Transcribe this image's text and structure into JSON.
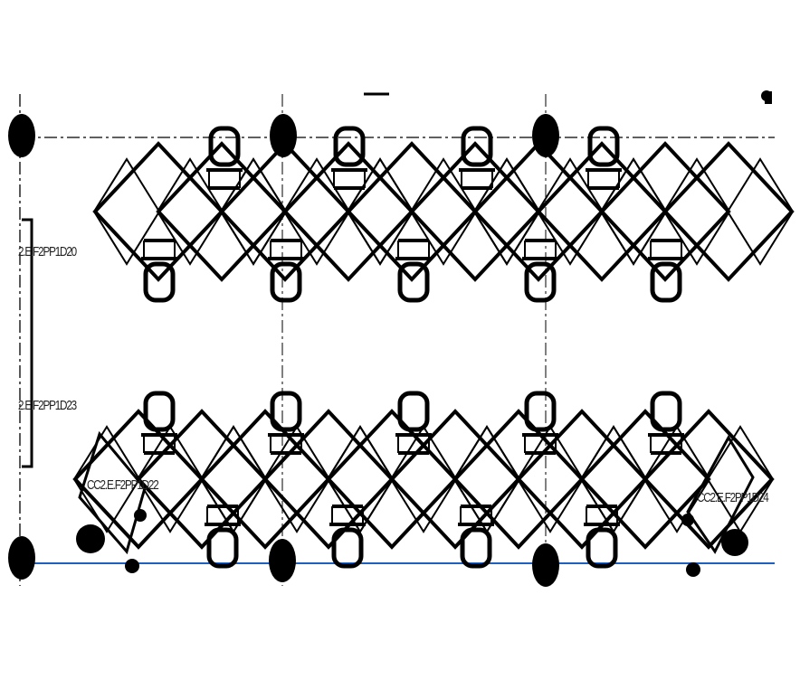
{
  "labels": {
    "desk_a": "2.E.F2PP1D20",
    "desk_b": "2.E.F2PP1D23",
    "desk_c": "CC2.E.F2PP1D22",
    "desk_d": "CC2.E.F2PP1D24"
  },
  "colors": {
    "linework": "#000000",
    "background": "#ffffff",
    "boundary_line": "#1f5fbf"
  },
  "icons": [
    "chair-icon",
    "column-icon",
    "workstation-module-icon"
  ]
}
